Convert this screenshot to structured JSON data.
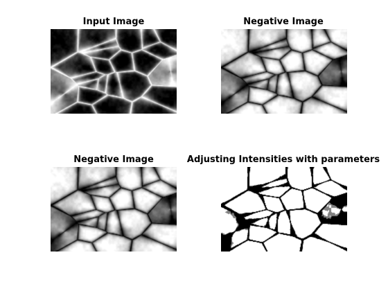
{
  "figure": {
    "panels": [
      {
        "title": "Input Image",
        "render": "original",
        "colors": {
          "dark": "#000000",
          "light": "#ffffff"
        }
      },
      {
        "title": "Negative Image",
        "render": "negative",
        "colors": {
          "dark": "#000000",
          "light": "#ffffff"
        }
      },
      {
        "title": "Negative Image",
        "render": "negative",
        "colors": {
          "dark": "#000000",
          "light": "#ffffff"
        }
      },
      {
        "title": "Adjusting Intensities with parameters",
        "render": "threshold",
        "colors": {
          "dark": "#000000",
          "light": "#ffffff"
        }
      }
    ]
  }
}
